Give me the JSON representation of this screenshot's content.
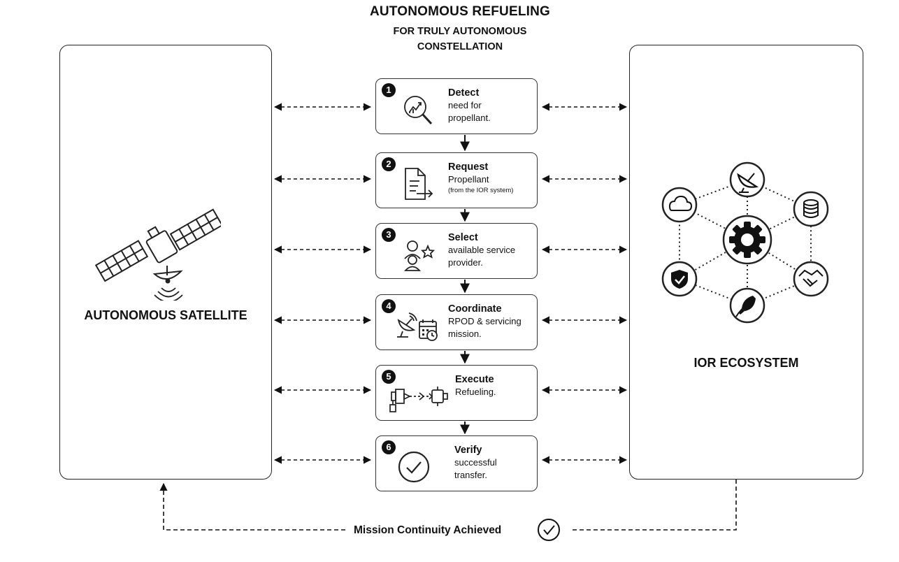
{
  "title": {
    "main": "AUTONOMOUS REFUELING",
    "sub_line1": "FOR TRULY AUTONOMOUS",
    "sub_line2": "CONSTELLATION"
  },
  "left_panel": {
    "label": "AUTONOMOUS SATELLITE",
    "icon": "satellite-icon"
  },
  "right_panel": {
    "label": "IOR ECOSYSTEM",
    "hub_icon": "gear-icon",
    "nodes": [
      "satellite-dish-icon",
      "database-icon",
      "handshake-icon",
      "rocket-icon",
      "shield-check-icon",
      "cloud-icon"
    ]
  },
  "steps": [
    {
      "number": "1",
      "title": "Detect",
      "desc": "need for\npropellant.",
      "sub": "",
      "icon": "magnifier-chart-icon"
    },
    {
      "number": "2",
      "title": "Request",
      "desc": "Propellant",
      "sub": "(from the IOR system)",
      "icon": "document-arrow-icon"
    },
    {
      "number": "3",
      "title": "Select",
      "desc": "available service\nprovider.",
      "sub": "",
      "icon": "users-star-icon"
    },
    {
      "number": "4",
      "title": "Coordinate",
      "desc": "RPOD & servicing\nmission.",
      "sub": "",
      "icon": "dish-calendar-icon"
    },
    {
      "number": "5",
      "title": "Execute",
      "desc": "Refueling.",
      "sub": "",
      "icon": "satellite-docking-icon"
    },
    {
      "number": "6",
      "title": "Verify",
      "desc": "successful\ntransfer.",
      "sub": "",
      "icon": "check-circle-icon"
    }
  ],
  "footer": {
    "label": "Mission Continuity Achieved",
    "icon": "check-circle-icon"
  }
}
